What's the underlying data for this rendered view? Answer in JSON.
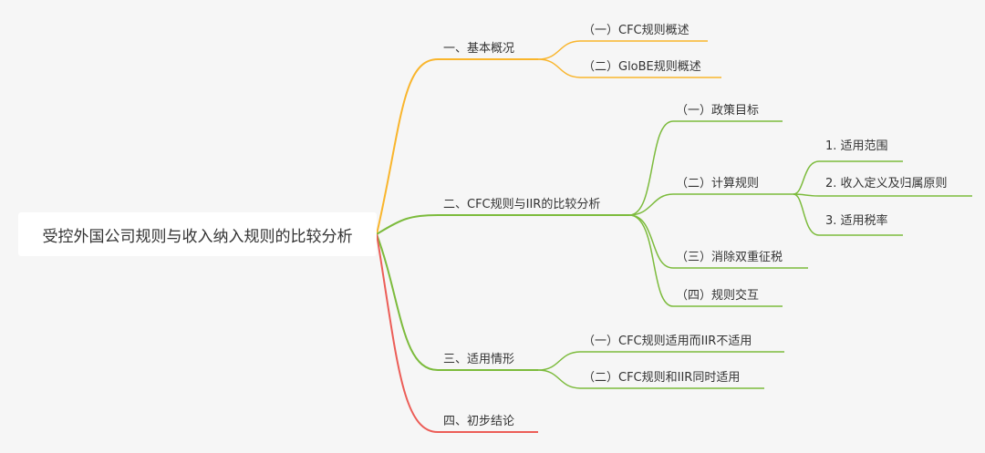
{
  "root": {
    "label": "受控外国公司规则与收入纳入规则的比较分析"
  },
  "colors": {
    "background": "#f6f6f6",
    "root_fill": "#ffffff",
    "branch_orange": "#f9b52c",
    "branch_green": "#7cbb3c",
    "branch_red": "#ec5d57",
    "text": "#333333"
  },
  "branches": [
    {
      "label": "一、基本概况",
      "color": "orange",
      "children": [
        {
          "label": "（一）CFC规则概述"
        },
        {
          "label": "（二）GloBE规则概述"
        }
      ]
    },
    {
      "label": "二、CFC规则与IIR的比较分析",
      "color": "green",
      "children": [
        {
          "label": "（一）政策目标"
        },
        {
          "label": "（二）计算规则",
          "children": [
            {
              "label": "1. 适用范围"
            },
            {
              "label": "2. 收入定义及归属原则"
            },
            {
              "label": "3. 适用税率"
            }
          ]
        },
        {
          "label": "（三）消除双重征税"
        },
        {
          "label": "（四）规则交互"
        }
      ]
    },
    {
      "label": "三、适用情形",
      "color": "green",
      "children": [
        {
          "label": "（一）CFC规则适用而IIR不适用"
        },
        {
          "label": "（二）CFC规则和IIR同时适用"
        }
      ]
    },
    {
      "label": "四、初步结论",
      "color": "red",
      "children": []
    }
  ]
}
